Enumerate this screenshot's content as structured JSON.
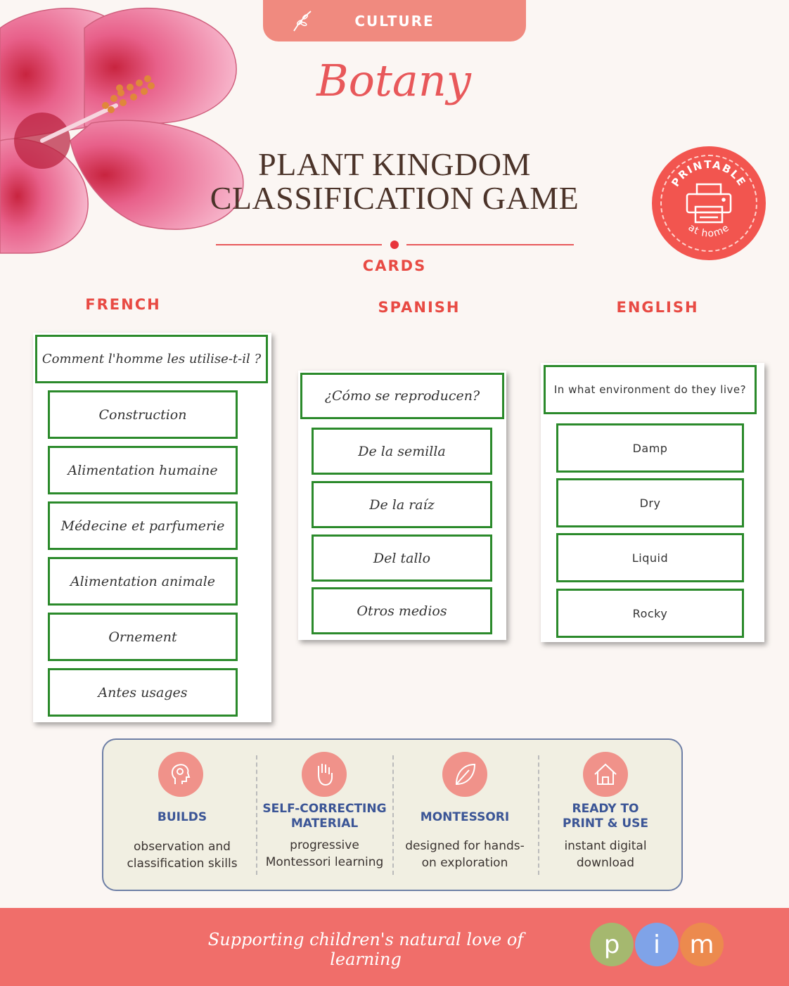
{
  "header": {
    "category": "CULTURE",
    "script_title": "Botany",
    "title_line1": "PLANT KINGDOM",
    "title_line2": "CLASSIFICATION GAME",
    "subtitle": "CARDS"
  },
  "badge": {
    "top_text": "PRINTABLE",
    "bottom_text": "at home",
    "icon": "printer-icon",
    "color": "#f2554f"
  },
  "languages": [
    {
      "label": "FRENCH",
      "question": "Comment l'homme les utilise-t-il ?",
      "answers": [
        "Construction",
        "Alimentation humaine",
        "Médecine et parfumerie",
        "Alimentation animale",
        "Ornement",
        "Antes usages"
      ]
    },
    {
      "label": "SPANISH",
      "question": "¿Cómo se reproducen?",
      "answers": [
        "De la semilla",
        "De la raíz",
        "Del tallo",
        "Otros medios"
      ]
    },
    {
      "label": "ENGLISH",
      "question": "In what environment do they live?",
      "answers": [
        "Damp",
        "Dry",
        "Liquid",
        "Rocky"
      ]
    }
  ],
  "features": [
    {
      "icon": "head-gear-icon",
      "title": "BUILDS",
      "desc_line1": "observation and",
      "desc_line2": "classification skills"
    },
    {
      "icon": "hand-icon",
      "title_line1": "SELF-CORRECTING",
      "title_line2": "MATERIAL",
      "desc_line1": "progressive",
      "desc_line2": "Montessori learning"
    },
    {
      "icon": "leaf-icon",
      "title": "MONTESSORI",
      "desc_line1": "designed for hands-",
      "desc_line2": "on exploration"
    },
    {
      "icon": "house-icon",
      "title_line1": "READY TO",
      "title_line2": "PRINT & USE",
      "desc_line1": "instant digital",
      "desc_line2": "download"
    }
  ],
  "footer": {
    "tagline": "Supporting children's natural love of learning",
    "logo_letters": [
      "p",
      "i",
      "m"
    ],
    "logo_colors": [
      "#a5b86f",
      "#7fa3e8",
      "#ec8a4e"
    ]
  },
  "colors": {
    "accent": "#e8585a",
    "card_border": "#2b8a2b",
    "feature_title": "#3b5596",
    "footer": "#f06e6a"
  }
}
